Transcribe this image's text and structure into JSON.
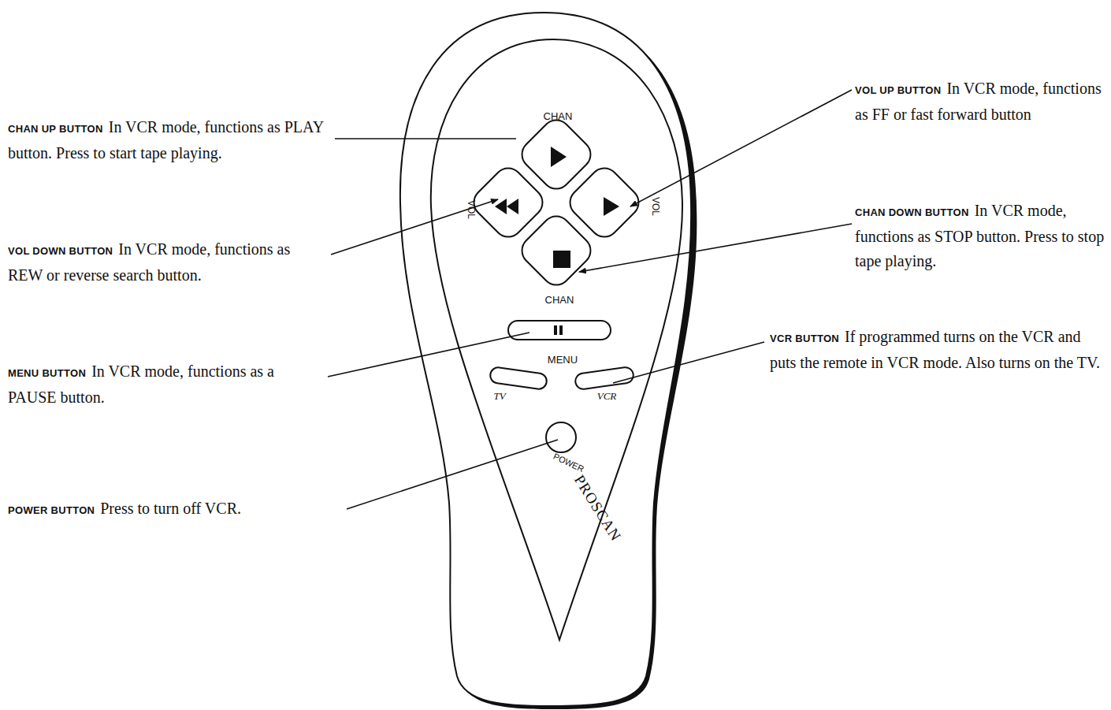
{
  "diagram": {
    "labels": [
      "CHAN UP BUTTON",
      "In VCR mode, functions as PLAY button. Press to start tape playing.",
      "VOL DOWN BUTTON",
      "In VCR mode, functions as REW or reverse search button.",
      "MENU BUTTON",
      "In VCR mode, functions as a PAUSE button.",
      "POWER BUTTON",
      "Press to turn off VCR.",
      "VOL UP BUTTON",
      "In VCR mode, functions as FF or fast forward button",
      "CHAN DOWN BUTTON",
      "In VCR mode, functions as STOP button. Press to stop tape playing.",
      "VCR BUTTON",
      "If programmed turns on the VCR and puts the remote in VCR mode. Also turns on the TV.",
      "CHAN",
      "VOL",
      "VOL",
      "CHAN",
      "MENU",
      "TV",
      "VCR",
      "POWER",
      "PROSCAN"
    ]
  }
}
